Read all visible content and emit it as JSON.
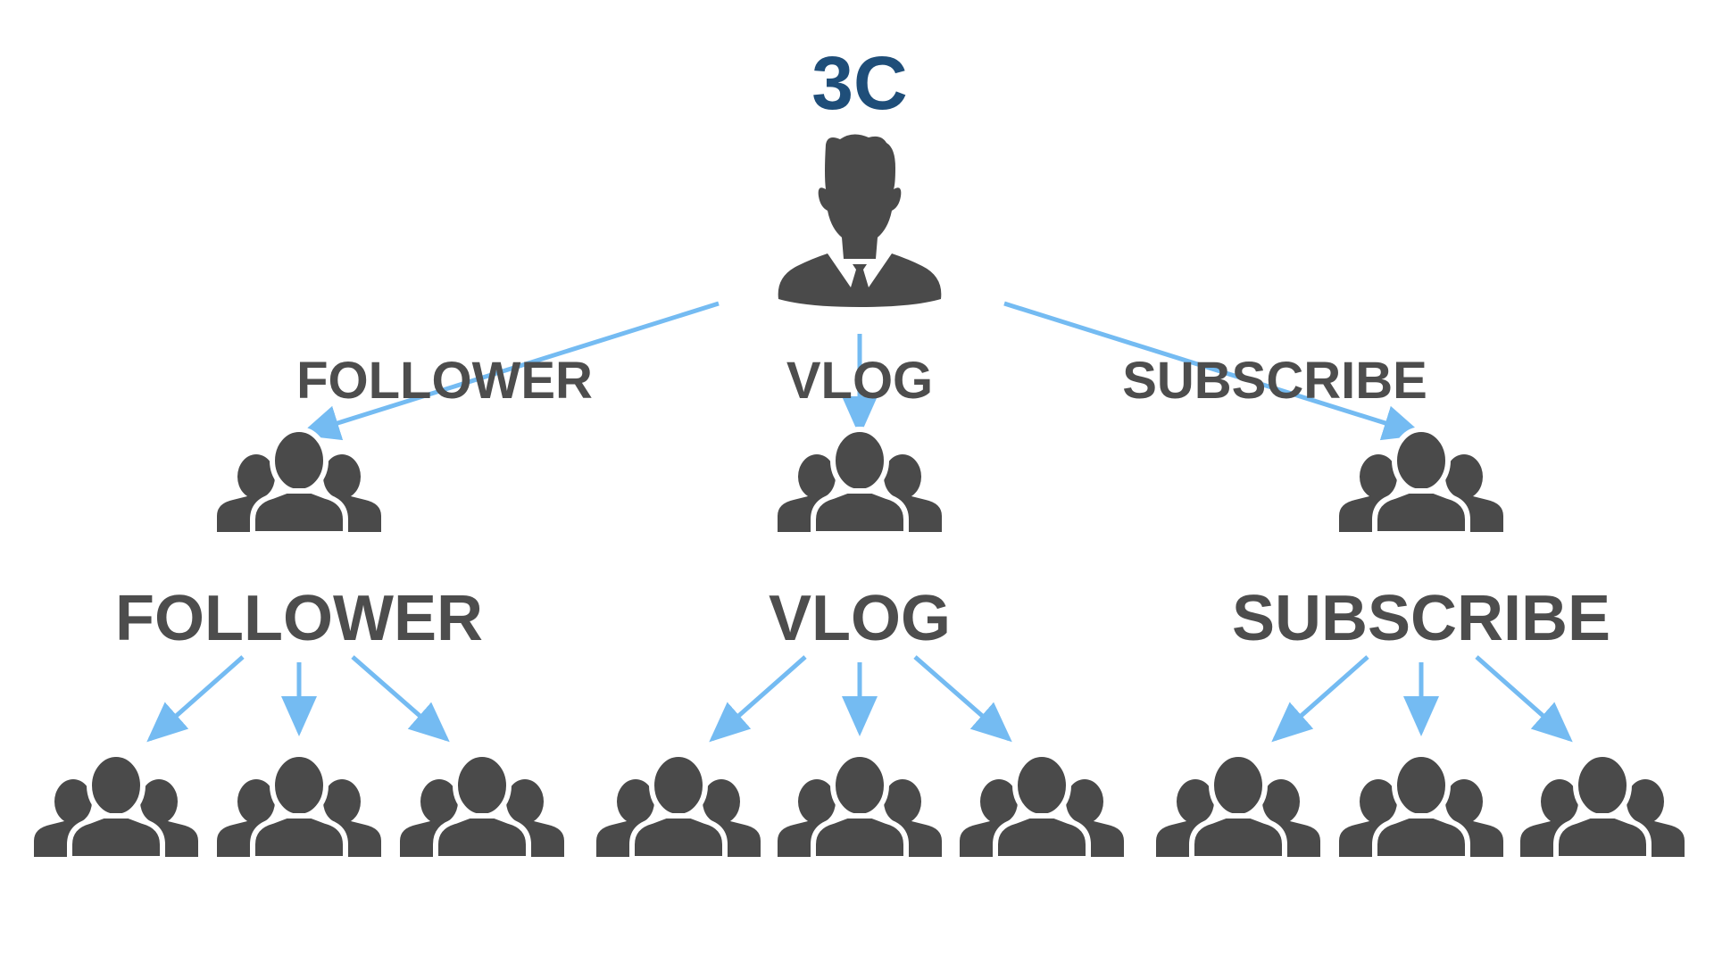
{
  "title": "3C",
  "colors": {
    "title": "#1f4e79",
    "text": "#4d4d4d",
    "icon": "#4a4a4a",
    "arrow": "#74bbf2",
    "background": "#ffffff"
  },
  "icons": {
    "root": "person-icon",
    "group": "group-icon"
  },
  "level1_labels": [
    "FOLLOWER",
    "VLOG",
    "SUBSCRIBE"
  ],
  "level2_labels": [
    "FOLLOWER",
    "VLOG",
    "SUBSCRIBE"
  ]
}
